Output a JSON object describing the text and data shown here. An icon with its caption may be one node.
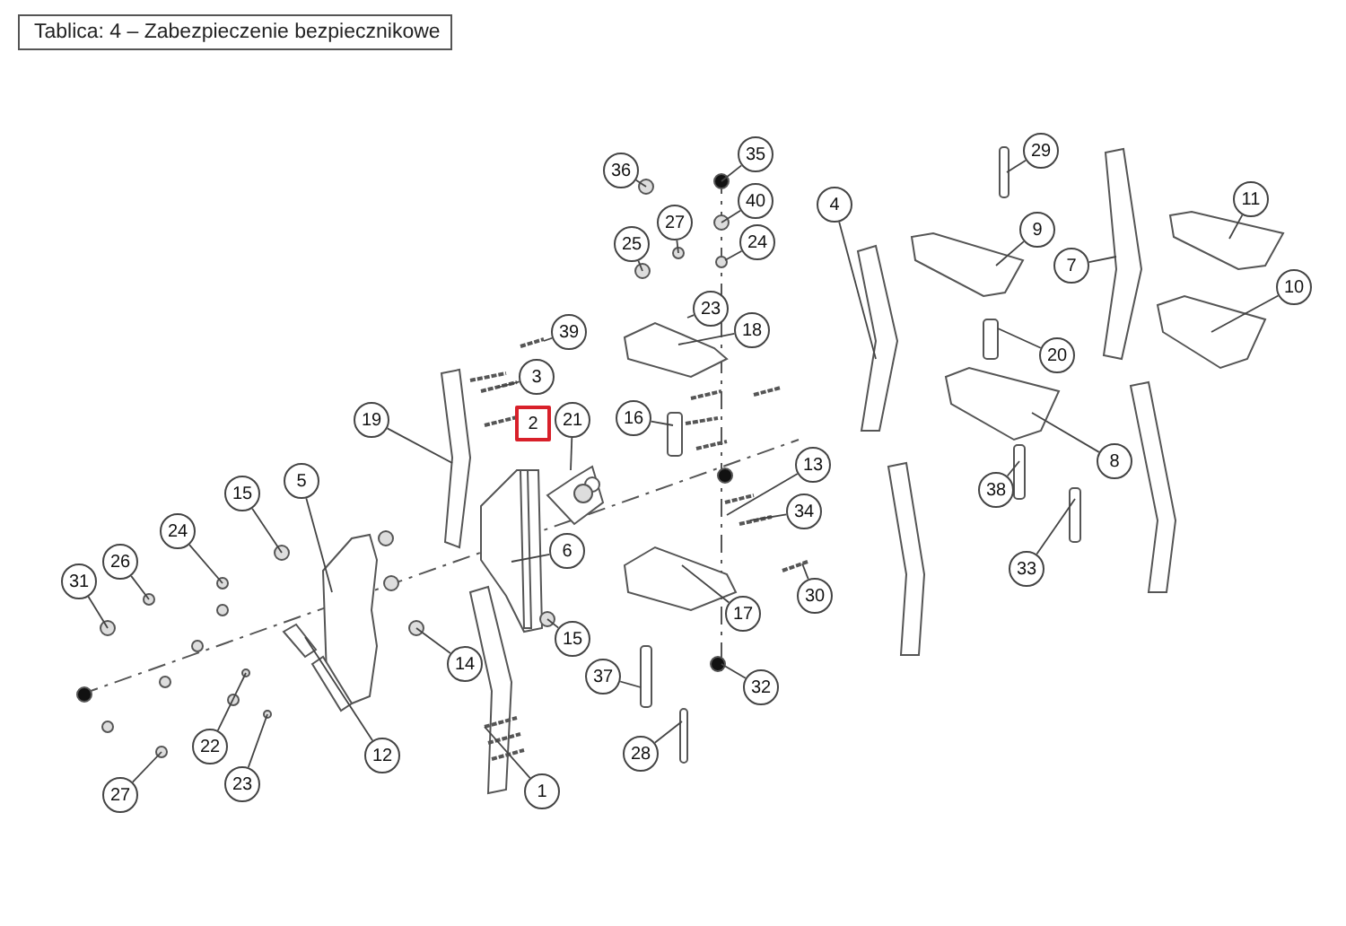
{
  "diagram": {
    "title": "Tablica: 4 – Zabezpieczenie bezpiecznikowe",
    "nodes": [
      {
        "text": [
          "1"
        ]
      },
      {
        "text": [
          "2"
        ]
      },
      {
        "text": [
          "3"
        ]
      },
      {
        "text": [
          "4"
        ]
      },
      {
        "text": [
          "5"
        ]
      },
      {
        "text": [
          "6"
        ]
      },
      {
        "text": [
          "7"
        ]
      },
      {
        "text": [
          "8"
        ]
      },
      {
        "text": [
          "9"
        ]
      },
      {
        "text": [
          "10"
        ]
      },
      {
        "text": [
          "11"
        ]
      },
      {
        "text": [
          "12"
        ]
      },
      {
        "text": [
          "13"
        ]
      },
      {
        "text": [
          "14"
        ]
      },
      {
        "text": [
          "15"
        ]
      },
      {
        "text": [
          "15"
        ]
      },
      {
        "text": [
          "16"
        ]
      },
      {
        "text": [
          "17"
        ]
      },
      {
        "text": [
          "18"
        ]
      },
      {
        "text": [
          "19"
        ]
      },
      {
        "text": [
          "20"
        ]
      },
      {
        "text": [
          "21"
        ]
      },
      {
        "text": [
          "22"
        ]
      },
      {
        "text": [
          "23"
        ]
      },
      {
        "text": [
          "23"
        ]
      },
      {
        "text": [
          "24"
        ]
      },
      {
        "text": [
          "24"
        ]
      },
      {
        "text": [
          "25"
        ]
      },
      {
        "text": [
          "26"
        ]
      },
      {
        "text": [
          "27"
        ]
      },
      {
        "text": [
          "27"
        ]
      },
      {
        "text": [
          "28"
        ]
      },
      {
        "text": [
          "29"
        ]
      },
      {
        "text": [
          "30"
        ]
      },
      {
        "text": [
          "31"
        ]
      },
      {
        "text": [
          "32"
        ]
      },
      {
        "text": [
          "33"
        ]
      },
      {
        "text": [
          "34"
        ]
      },
      {
        "text": [
          "35"
        ]
      },
      {
        "text": [
          "36"
        ]
      },
      {
        "text": [
          "37"
        ]
      },
      {
        "text": [
          "38"
        ]
      },
      {
        "text": [
          "39"
        ]
      },
      {
        "text": [
          "40"
        ]
      }
    ],
    "edges": [
      {
        "from": 0,
        "to": null,
        "arrow": "none"
      },
      {
        "from": 2,
        "to": null,
        "arrow": "none"
      },
      {
        "from": 3,
        "to": null,
        "arrow": "none"
      },
      {
        "from": 4,
        "to": null,
        "arrow": "none"
      },
      {
        "from": 5,
        "to": null,
        "arrow": "none"
      },
      {
        "from": 6,
        "to": null,
        "arrow": "none"
      },
      {
        "from": 7,
        "to": null,
        "arrow": "none"
      },
      {
        "from": 8,
        "to": null,
        "arrow": "none"
      },
      {
        "from": 9,
        "to": null,
        "arrow": "none"
      },
      {
        "from": 10,
        "to": null,
        "arrow": "none"
      },
      {
        "from": 11,
        "to": null,
        "arrow": "none"
      },
      {
        "from": 12,
        "to": null,
        "arrow": "none"
      },
      {
        "from": 13,
        "to": null,
        "arrow": "none"
      },
      {
        "from": 14,
        "to": null,
        "arrow": "none"
      },
      {
        "from": 15,
        "to": null,
        "arrow": "none"
      },
      {
        "from": 16,
        "to": null,
        "arrow": "none"
      },
      {
        "from": 17,
        "to": null,
        "arrow": "none"
      },
      {
        "from": 18,
        "to": null,
        "arrow": "none"
      },
      {
        "from": 19,
        "to": null,
        "arrow": "none"
      },
      {
        "from": 20,
        "to": null,
        "arrow": "none"
      },
      {
        "from": 21,
        "to": null,
        "arrow": "none"
      },
      {
        "from": 22,
        "to": null,
        "arrow": "none"
      },
      {
        "from": 23,
        "to": null,
        "arrow": "none"
      },
      {
        "from": 24,
        "to": null,
        "arrow": "none"
      },
      {
        "from": 25,
        "to": null,
        "arrow": "none"
      },
      {
        "from": 26,
        "to": null,
        "arrow": "none"
      },
      {
        "from": 27,
        "to": null,
        "arrow": "none"
      },
      {
        "from": 28,
        "to": null,
        "arrow": "none"
      },
      {
        "from": 29,
        "to": null,
        "arrow": "none"
      },
      {
        "from": 30,
        "to": null,
        "arrow": "none"
      },
      {
        "from": 31,
        "to": null,
        "arrow": "none"
      },
      {
        "from": 32,
        "to": null,
        "arrow": "none"
      },
      {
        "from": 33,
        "to": null,
        "arrow": "none"
      },
      {
        "from": 34,
        "to": null,
        "arrow": "none"
      },
      {
        "from": 35,
        "to": null,
        "arrow": "none"
      },
      {
        "from": 36,
        "to": null,
        "arrow": "none"
      },
      {
        "from": 37,
        "to": null,
        "arrow": "none"
      },
      {
        "from": 38,
        "to": null,
        "arrow": "none"
      },
      {
        "from": 39,
        "to": null,
        "arrow": "none"
      },
      {
        "from": 40,
        "to": null,
        "arrow": "none"
      },
      {
        "from": 41,
        "to": null,
        "arrow": "none"
      },
      {
        "from": 42,
        "to": null,
        "arrow": "none"
      },
      {
        "from": 43,
        "to": null,
        "arrow": "none"
      }
    ]
  }
}
